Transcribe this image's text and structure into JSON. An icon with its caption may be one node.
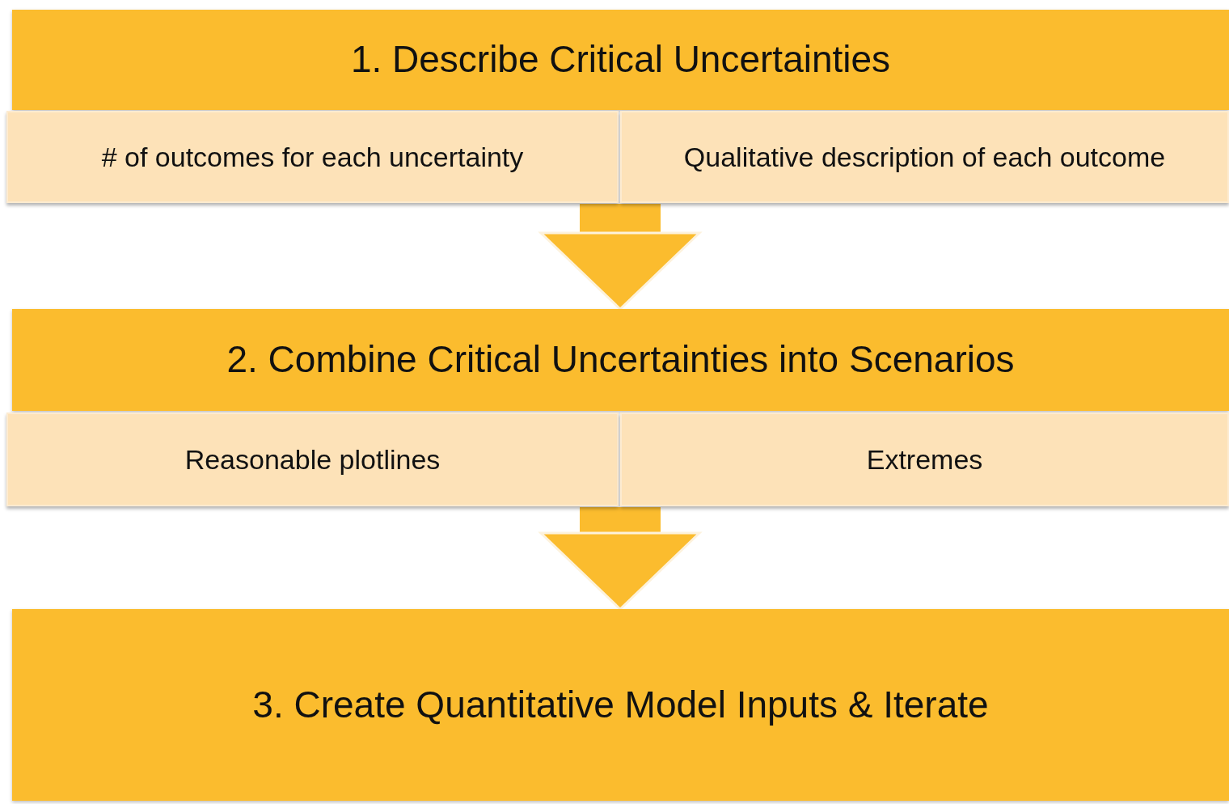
{
  "diagram": {
    "nodes": [
      {
        "text": [
          "1. Describe Critical Uncertainties"
        ]
      },
      {
        "text": [
          "# of outcomes for each uncertainty"
        ]
      },
      {
        "text": [
          "Qualitative description of each outcome"
        ]
      },
      {
        "text": [
          "2. Combine Critical Uncertainties into Scenarios"
        ]
      },
      {
        "text": [
          "Reasonable plotlines"
        ]
      },
      {
        "text": [
          "Extremes"
        ]
      },
      {
        "text": [
          "3. Create Quantitative Model Inputs & Iterate"
        ]
      }
    ],
    "edges": [
      {
        "from": 1,
        "to": 3,
        "arrow": "to"
      },
      {
        "from": 4,
        "to": 6,
        "arrow": "to"
      }
    ]
  }
}
